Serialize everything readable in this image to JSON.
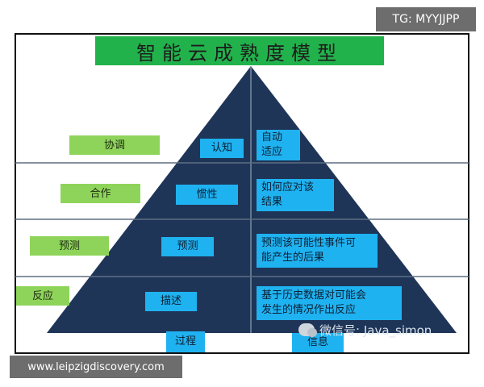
{
  "title": "智能云成熟度模型",
  "levels": [
    {
      "stage": "协调",
      "capability": "认知",
      "outcome": "自动\n适应"
    },
    {
      "stage": "合作",
      "capability": "惯性",
      "outcome": "如何应对该\n结果"
    },
    {
      "stage": "预测",
      "capability": "预测",
      "outcome": "预测该可能性事件可\n能产生的后果"
    },
    {
      "stage": "反应",
      "capability": "描述",
      "outcome": "基于历史数据对可能会\n发生的情况作出反应"
    }
  ],
  "bottom_labels": {
    "process": "过程",
    "information": "信息"
  },
  "wechat_mark": "微信号: Java_simon",
  "watermark_tag": "TG: MYYJJPP",
  "source_tag": "www.leipzigdiscovery.com",
  "colors": {
    "title_bg": "#22b24c",
    "stage_bg": "#8ed45a",
    "box_bg": "#1fb2f0",
    "pyramid": "#1f3558",
    "divider": "#6a7a8c"
  }
}
